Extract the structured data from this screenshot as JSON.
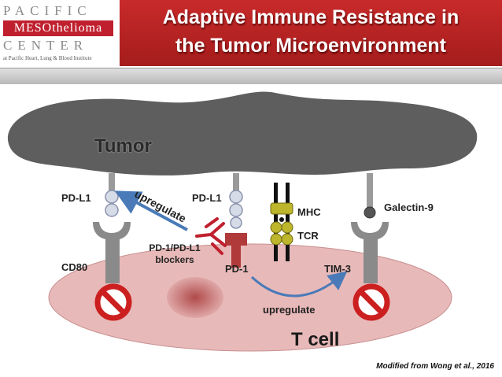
{
  "logo": {
    "line1": "PACIFIC",
    "line2": "MESOthelioma",
    "line3": "CENTER",
    "line4": "at Pacific Heart, Lung & Blood Institute"
  },
  "title": {
    "line1": "Adaptive Immune Resistance in",
    "line2": "the Tumor Microenvironment"
  },
  "diagram": {
    "tumor_label": "Tumor",
    "tcell_label": "T cell",
    "pdl1_left": "PD-L1",
    "pdl1_right": "PD-L1",
    "cd80": "CD80",
    "upregulate_top": "upregulate",
    "blockers_line1": "PD-1/PD-L1",
    "blockers_line2": "blockers",
    "pd1": "PD-1",
    "mhc": "MHC",
    "tcr": "TCR",
    "galectin9": "Galectin-9",
    "tim3": "TIM-3",
    "upregulate_bottom": "upregulate"
  },
  "credit": "Modified from Wong et al., 2016",
  "colors": {
    "title_red": "#b52222",
    "tumor_gray": "#5e5e5e",
    "tcell_pink": "#e8b9b9",
    "arrow_blue": "#4a7ab8",
    "antibody_red": "#c0202e",
    "mhc_olive": "#bdb52c"
  }
}
